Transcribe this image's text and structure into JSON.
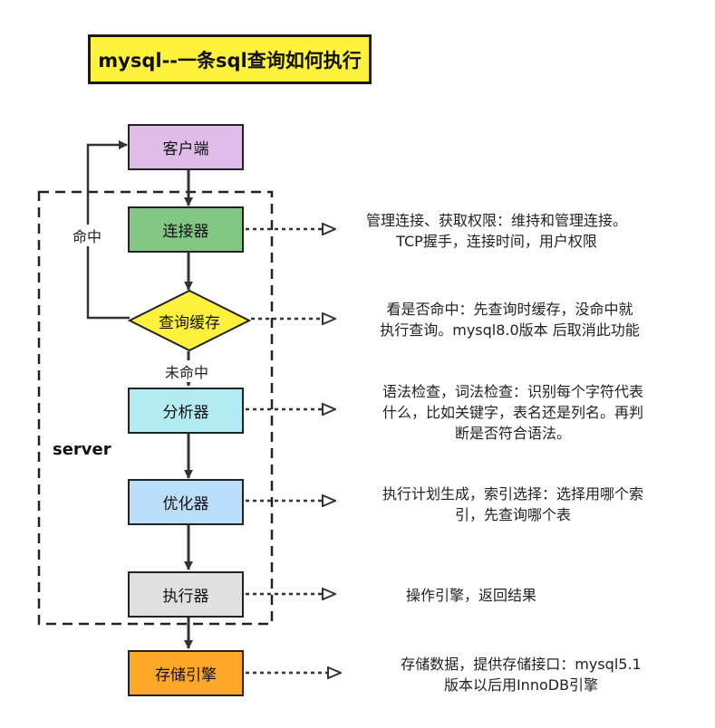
{
  "title": "mysql--一条sql查询如何执行",
  "server_label": "server",
  "nodes": {
    "client": "客户端",
    "connector": "连接器",
    "query_cache": "查询缓存",
    "analyzer": "分析器",
    "optimizer": "优化器",
    "executor": "执行器",
    "storage_engine": "存储引擎"
  },
  "edge_labels": {
    "hit": "命中",
    "miss": "未命中"
  },
  "notes": {
    "connector": [
      "管理连接、获取权限：维持和管理连接。",
      "TCP握手，连接时间，用户权限"
    ],
    "query_cache": [
      "看是否命中：先查询时缓存，没命中就",
      "执行查询。mysql8.0版本 后取消此功能"
    ],
    "analyzer": [
      "语法检查，词法检查：识别每个字符代表",
      "什么，比如关键字，表名还是列名。再判",
      "断是否符合语法。"
    ],
    "optimizer": [
      "执行计划生成，索引选择：选择用哪个索",
      "引，先查询哪个表"
    ],
    "executor": [
      "操作引擎，返回结果"
    ],
    "storage_engine": [
      "存储数据，提供存储接口：mysql5.1",
      "版本以后用InnoDB引擎"
    ]
  },
  "colors": {
    "title_bg": "#fef23c",
    "client": "#e0bde8",
    "connector": "#82c784",
    "query_cache": "#fef23c",
    "analyzer": "#b2ebf2",
    "optimizer": "#bbdefb",
    "executor": "#e0e0e0",
    "storage_engine": "#ffa726"
  }
}
